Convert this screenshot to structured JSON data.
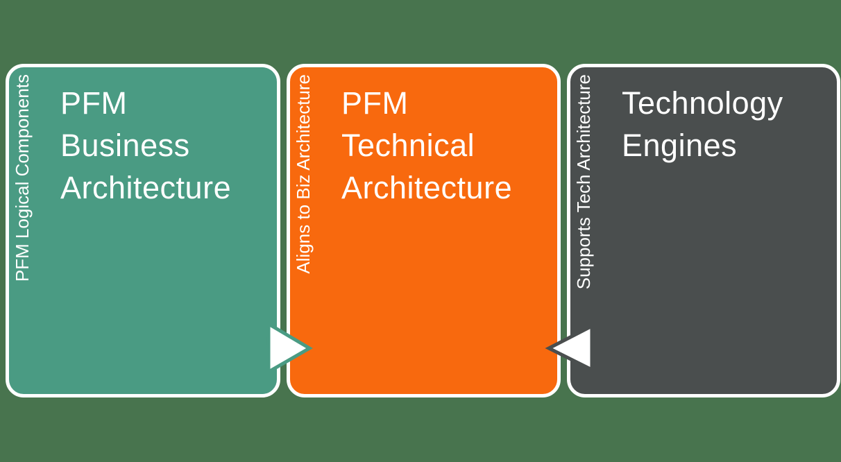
{
  "canvas": {
    "background_color": "#48744E"
  },
  "cards": [
    {
      "title": "PFM\nBusiness\nArchitecture",
      "side_label": "PFM Logical Components",
      "fill_color": "#4A9B83",
      "border_color": "#FFFFFF",
      "text_color": "#FFFFFF"
    },
    {
      "title": "PFM\nTechnical\nArchitecture",
      "side_label": "Aligns to Biz Architecture",
      "fill_color": "#F8690E",
      "border_color": "#FFFFFF",
      "text_color": "#FFFFFF"
    },
    {
      "title": "Technology\nEngines",
      "side_label": "Supports Tech Architecture",
      "fill_color": "#4A4E4E",
      "border_color": "#FFFFFF",
      "text_color": "#FFFFFF"
    }
  ],
  "arrows": [
    {
      "direction": "right",
      "fill_color": "#FFFFFF",
      "stroke_color": "#4A9B83"
    },
    {
      "direction": "left",
      "fill_color": "#FFFFFF",
      "stroke_color": "#4A4E4E"
    }
  ]
}
